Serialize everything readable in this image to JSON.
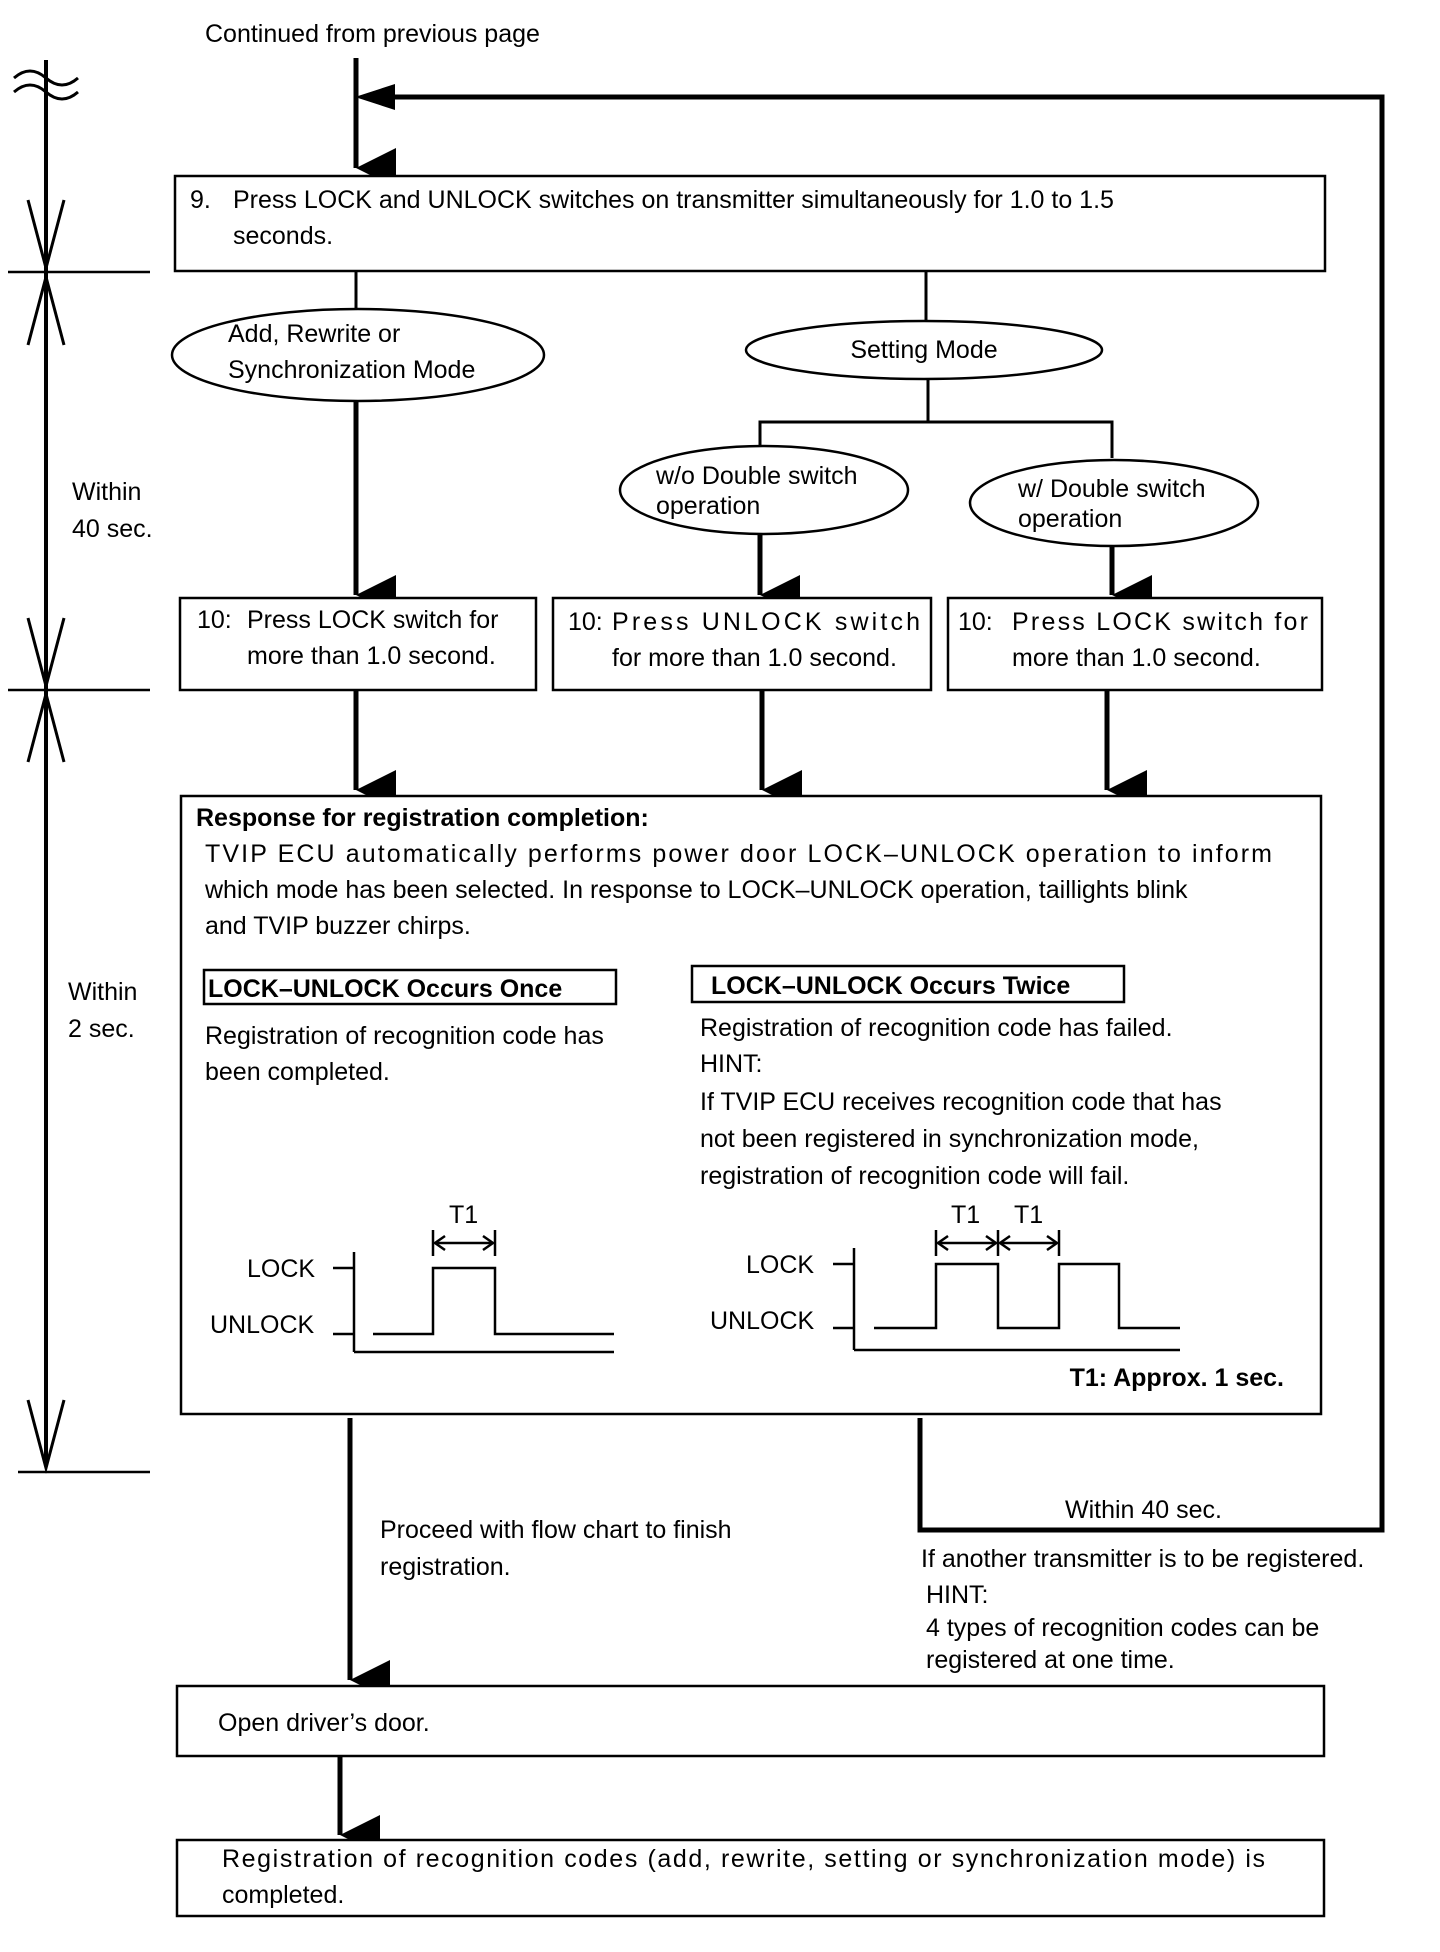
{
  "header": {
    "continued": "Continued from previous page"
  },
  "timeline": {
    "within_40_line1": "Within",
    "within_40_line2": "40 sec.",
    "within_2_line1": "Within",
    "within_2_line2": "2 sec."
  },
  "step9": {
    "number": "9.",
    "line1": "Press LOCK and UNLOCK switches on transmitter simultaneously for 1.0 to 1.5",
    "line2": "seconds."
  },
  "modes": {
    "add_rewrite_line1": "Add, Rewrite or",
    "add_rewrite_line2": "Synchronization Mode",
    "setting": "Setting Mode",
    "wo_double_line1": "w/o Double switch",
    "wo_double_line2": "operation",
    "w_double_line1": "w/ Double switch",
    "w_double_line2": "operation"
  },
  "step10": {
    "left_number": "10:",
    "left_line1": "Press LOCK switch for",
    "left_line2": "more than 1.0 second.",
    "mid_number": "10:",
    "mid_line1": "Press UNLOCK switch",
    "mid_line2": "for more than 1.0 second.",
    "right_number": "10:",
    "right_line1": "Press LOCK switch for",
    "right_line2": "more than 1.0 second."
  },
  "response": {
    "title": "Response for registration completion:",
    "desc_line1": "TVIP ECU automatically performs power door LOCK–UNLOCK operation to inform",
    "desc_line2": "which mode has been selected. In response to LOCK–UNLOCK operation, taillights blink",
    "desc_line3": "and TVIP buzzer chirps.",
    "once_title": "LOCK–UNLOCK Occurs Once",
    "once_line1": "Registration of recognition code has",
    "once_line2": "been completed.",
    "twice_title": "LOCK–UNLOCK Occurs Twice",
    "twice_line1": "Registration of recognition code has failed.",
    "twice_hint": "HINT:",
    "twice_hint1": "If TVIP ECU receives recognition code that has",
    "twice_hint2": "not been registered in synchronization mode,",
    "twice_hint3": "registration of recognition code will fail.",
    "lock": "LOCK",
    "unlock": "UNLOCK",
    "t1": "T1",
    "t1_note": "T1: Approx. 1 sec."
  },
  "after": {
    "proceed_line1": "Proceed with flow chart to finish",
    "proceed_line2": "registration.",
    "within_40": "Within 40 sec.",
    "another": "If another transmitter is to be registered.",
    "hint": "HINT:",
    "hint_line1": "4 types of recognition codes can be",
    "hint_line2": "registered at one time."
  },
  "open_door": "Open driver’s door.",
  "final": {
    "line1": "Registration of recognition codes (add, rewrite, setting or synchronization mode) is",
    "line2": "completed."
  }
}
